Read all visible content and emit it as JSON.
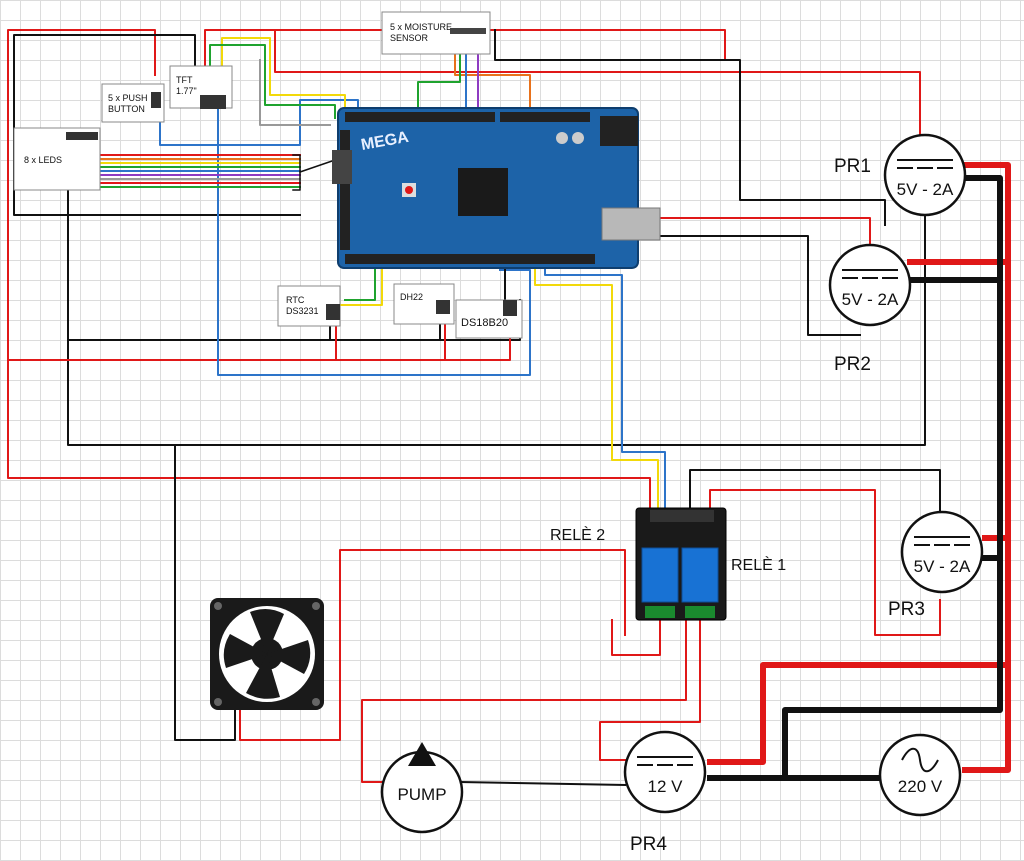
{
  "modules": {
    "moisture": [
      "5 x MOISTURE",
      "SENSOR"
    ],
    "tft": [
      "TFT",
      "1.77\""
    ],
    "push": [
      "5 x PUSH",
      "BUTTON"
    ],
    "leds": "8 x LEDS",
    "rtc": [
      "RTC",
      "DS3231"
    ],
    "dh22": "DH22",
    "ds18b20": "DS18B20"
  },
  "board": {
    "logo": "MEGA"
  },
  "supplies": {
    "pr1": {
      "name": "PR1",
      "rating": "5V - 2A"
    },
    "pr2": {
      "name": "PR2",
      "rating": "5V - 2A"
    },
    "pr3": {
      "name": "PR3",
      "rating": "5V - 2A"
    },
    "pr4": {
      "name": "PR4",
      "rating": "12 V"
    },
    "mains": {
      "rating": "220 V"
    }
  },
  "relays": {
    "relay1": "RELÈ 1",
    "relay2": "RELÈ 2"
  },
  "pump": "PUMP",
  "colors": {
    "red": "#e01818",
    "black": "#111111",
    "blue": "#2d74c9",
    "yellow": "#f2d90a",
    "green": "#1fa32e",
    "orange": "#e8721c",
    "purple": "#8e3bc2",
    "board": "#1d63a8",
    "relay": "#1872d4"
  },
  "icons": {
    "fan": "fan-icon",
    "pump_arrow": "triangle-up-icon",
    "dc": "dc-symbol-icon",
    "ac": "sine-wave-icon"
  }
}
